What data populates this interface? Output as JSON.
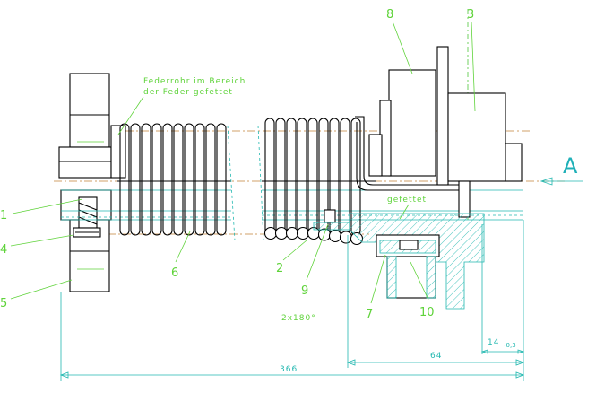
{
  "labels": {
    "p1": "1",
    "p2": "2",
    "p3": "3",
    "p4": "4",
    "p5": "5",
    "p6": "6",
    "p7": "7",
    "p8": "8",
    "p9": "9",
    "p10": "10"
  },
  "notes": {
    "spring_line1": "Federrohr im Bereich",
    "spring_line2": "der Feder gefettet",
    "greased": "gefettet",
    "rotation": "2x180°"
  },
  "dimensions": {
    "overall": "366",
    "right_span": "64",
    "small": "14",
    "small_tol": "-0,3"
  },
  "view_arrow": "A",
  "colors": {
    "label_green": "#5fd33a",
    "dimension_cyan": "#22b8b0",
    "centerline_orange": "#d1a06a",
    "outline": "#000000"
  }
}
